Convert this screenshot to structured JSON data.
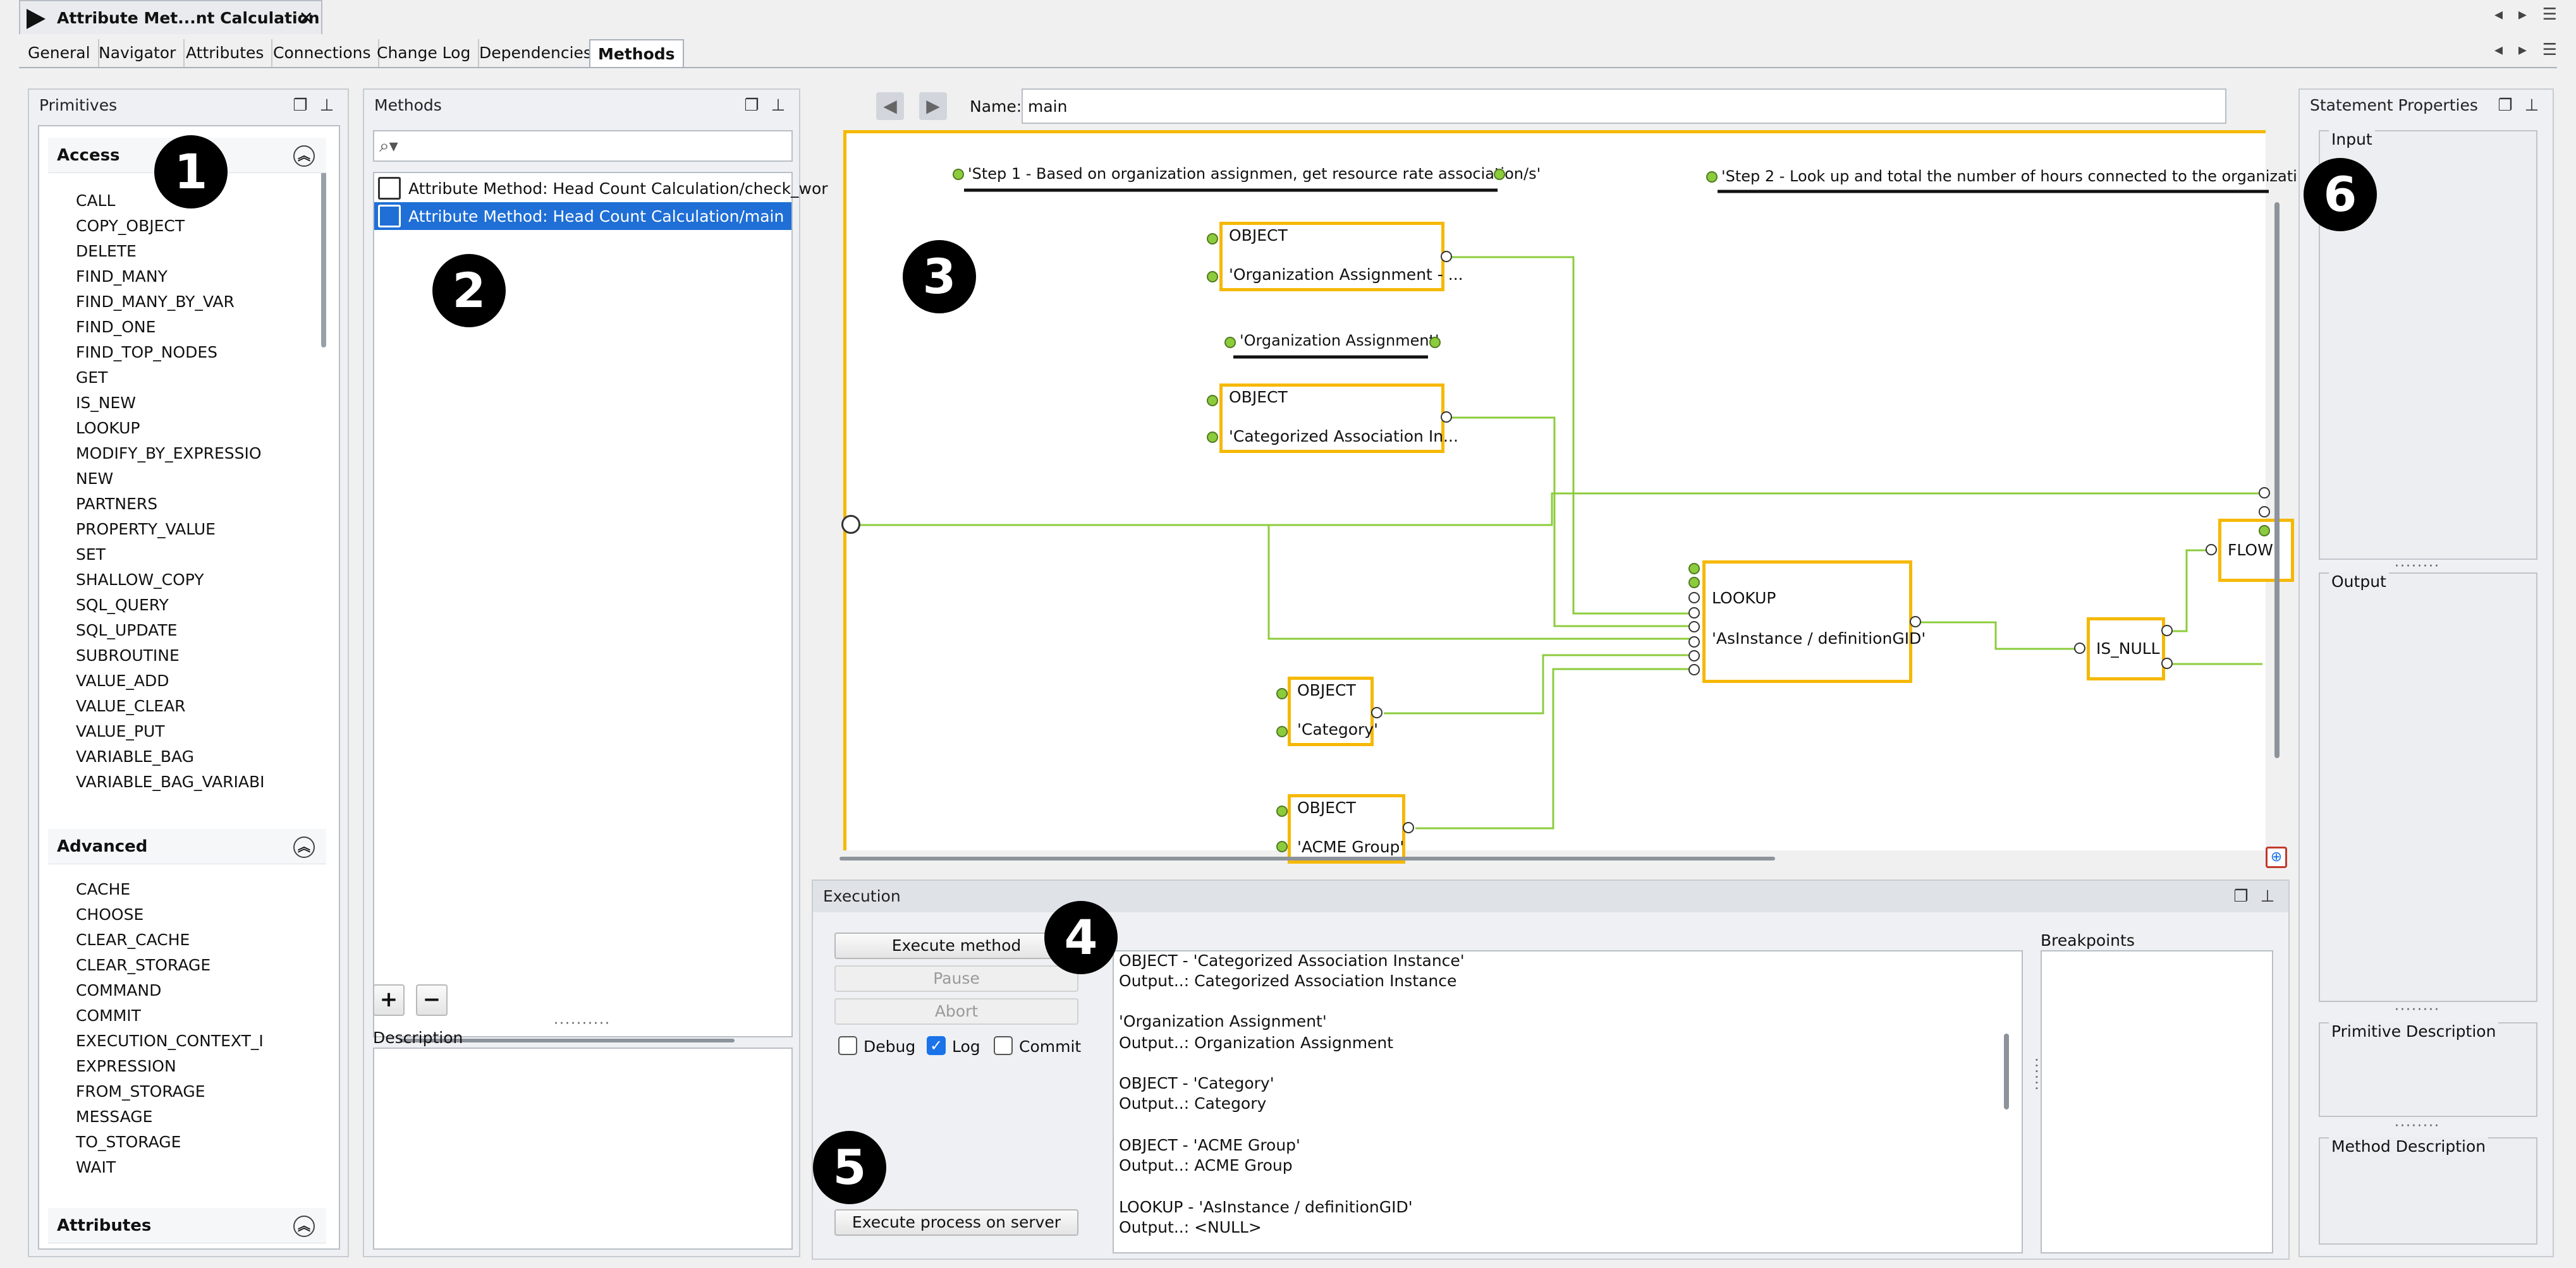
{
  "window": {
    "doc_tab_title": "Attribute Met...nt Calculation"
  },
  "tabs": [
    {
      "label": "General"
    },
    {
      "label": "Navigator"
    },
    {
      "label": "Attributes"
    },
    {
      "label": "Connections"
    },
    {
      "label": "Change Log"
    },
    {
      "label": "Dependencies"
    },
    {
      "label": "Methods"
    }
  ],
  "primitives": {
    "title": "Primitives",
    "access": {
      "label": "Access",
      "items": [
        "CALL",
        "COPY_OBJECT",
        "DELETE",
        "FIND_MANY",
        "FIND_MANY_BY_VAR",
        "FIND_ONE",
        "FIND_TOP_NODES",
        "GET",
        "IS_NEW",
        "LOOKUP",
        "MODIFY_BY_EXPRESSIO",
        "NEW",
        "PARTNERS",
        "PROPERTY_VALUE",
        "SET",
        "SHALLOW_COPY",
        "SQL_QUERY",
        "SQL_UPDATE",
        "SUBROUTINE",
        "VALUE_ADD",
        "VALUE_CLEAR",
        "VALUE_PUT",
        "VARIABLE_BAG",
        "VARIABLE_BAG_VARIABI"
      ]
    },
    "advanced": {
      "label": "Advanced",
      "items": [
        "CACHE",
        "CHOOSE",
        "CLEAR_CACHE",
        "CLEAR_STORAGE",
        "COMMAND",
        "COMMIT",
        "EXECUTION_CONTEXT_I",
        "EXPRESSION",
        "FROM_STORAGE",
        "MESSAGE",
        "TO_STORAGE",
        "WAIT"
      ]
    },
    "attributes": {
      "label": "Attributes"
    }
  },
  "methods": {
    "title": "Methods",
    "items": [
      {
        "label": "Attribute Method: Head Count Calculation/check_wor",
        "selected": false
      },
      {
        "label": "Attribute Method: Head Count Calculation/main",
        "selected": true
      }
    ],
    "add_label": "+",
    "remove_label": "−",
    "description_label": "Description"
  },
  "editor": {
    "name_label": "Name:",
    "name_value": "main",
    "steps": [
      "'Step 1 - Based on organization assignmen, get resource rate association/s'",
      "'Step 2 - Look up and total the number of hours connected to the organizati"
    ],
    "constant": "'Organization Assignment'",
    "nodes": [
      {
        "type": "OBJECT",
        "value": "'Organization Assignment - ..."
      },
      {
        "type": "OBJECT",
        "value": "'Categorized Association In..."
      },
      {
        "type": "LOOKUP",
        "value": "'AsInstance / definitionGID'"
      },
      {
        "type": "IS_NULL",
        "value": ""
      },
      {
        "type": "OBJECT",
        "value": "'Category'"
      },
      {
        "type": "OBJECT",
        "value": "'ACME Group'"
      },
      {
        "type": "FLOW",
        "value": ""
      }
    ]
  },
  "execution": {
    "title": "Execution",
    "execute_label": "Execute method",
    "pause_label": "Pause",
    "abort_label": "Abort",
    "debug_label": "Debug",
    "log_label": "Log",
    "commit_label": "Commit",
    "execute_server_label": "Execute process on server",
    "breakpoints_label": "Breakpoints",
    "log_lines": [
      "OBJECT   -   'Categorized Association Instance'",
      "Output..: Categorized Association Instance",
      "",
      "'Organization Assignment'",
      "Output..: Organization Assignment",
      "",
      "OBJECT   -   'Category'",
      "Output..: Category",
      "",
      "OBJECT   -   'ACME Group'",
      "Output..: ACME Group",
      "",
      "LOOKUP   -   'AsInstance / definitionGID'",
      "Output..: <NULL>"
    ]
  },
  "properties": {
    "title": "Statement Properties",
    "input_label": "Input",
    "output_label": "Output",
    "primitive_desc_label": "Primitive Description",
    "method_desc_label": "Method Description"
  },
  "badges": [
    "1",
    "2",
    "3",
    "4",
    "5",
    "6"
  ]
}
